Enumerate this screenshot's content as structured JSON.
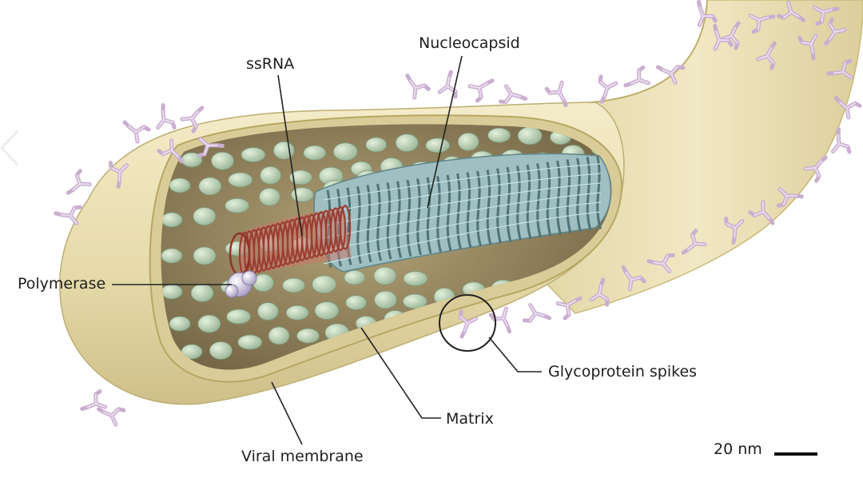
{
  "labels": {
    "ssrna": "ssRNA",
    "nucleocapsid": "Nucleocapsid",
    "polymerase": "Polymerase",
    "glycoprotein_spikes": "Glycoprotein spikes",
    "matrix": "Matrix",
    "viral_membrane": "Viral membrane"
  },
  "scale_bar": {
    "label": "20 nm"
  },
  "colors": {
    "membrane": "#eadfb3",
    "membrane_edge": "#c9b978",
    "interior": "#8a7a56",
    "matrix_protein": "#c6dbc0",
    "nucleocapsid": "#8fb0b3",
    "ssrna": "#a84f42",
    "polymerase": "#d8d0e6",
    "spike": "#dcc7de",
    "leader_line": "#222222"
  }
}
